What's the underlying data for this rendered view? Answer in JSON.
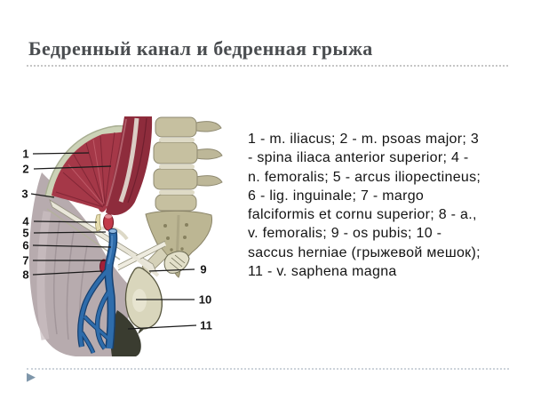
{
  "slide": {
    "title": "Бедренный канал и бедренная грыжа"
  },
  "legend": {
    "lines": [
      "1 - m. iliacus; 2 - m. psoas major; 3",
      "- spina iliaca anterior superior; 4 -",
      "n. femoralis; 5 - arcus iliopectineus;",
      "6 - lig. inguinale; 7 - margo",
      "falciformis et cornu superior; 8 - a.,",
      "v. femoralis; 9 - os pubis; 10 -",
      "saccus herniae (грыжевой мешок);",
      "11 - v. saphena magna"
    ]
  },
  "figure": {
    "labels": [
      "1",
      "2",
      "3",
      "4",
      "5",
      "6",
      "7",
      "8",
      "9",
      "10",
      "11"
    ]
  },
  "footer": {
    "arrow_icon": "▶"
  },
  "colors": {
    "page-bg": "#ffffff",
    "title-color": "#4a4d50",
    "rule-color": "#c6c6c6",
    "footer-rule-color": "#ccd3da",
    "legend-color": "#141414",
    "arrow-color": "#7e96aa",
    "muscle-red": "#a53848",
    "psoas-red": "#8e2c3c",
    "bone-beige": "#c6c0a0",
    "vein-blue": "#2e6cab",
    "artery-red": "#c23a49",
    "hernia-sac-beige": "#d9d6bc"
  }
}
